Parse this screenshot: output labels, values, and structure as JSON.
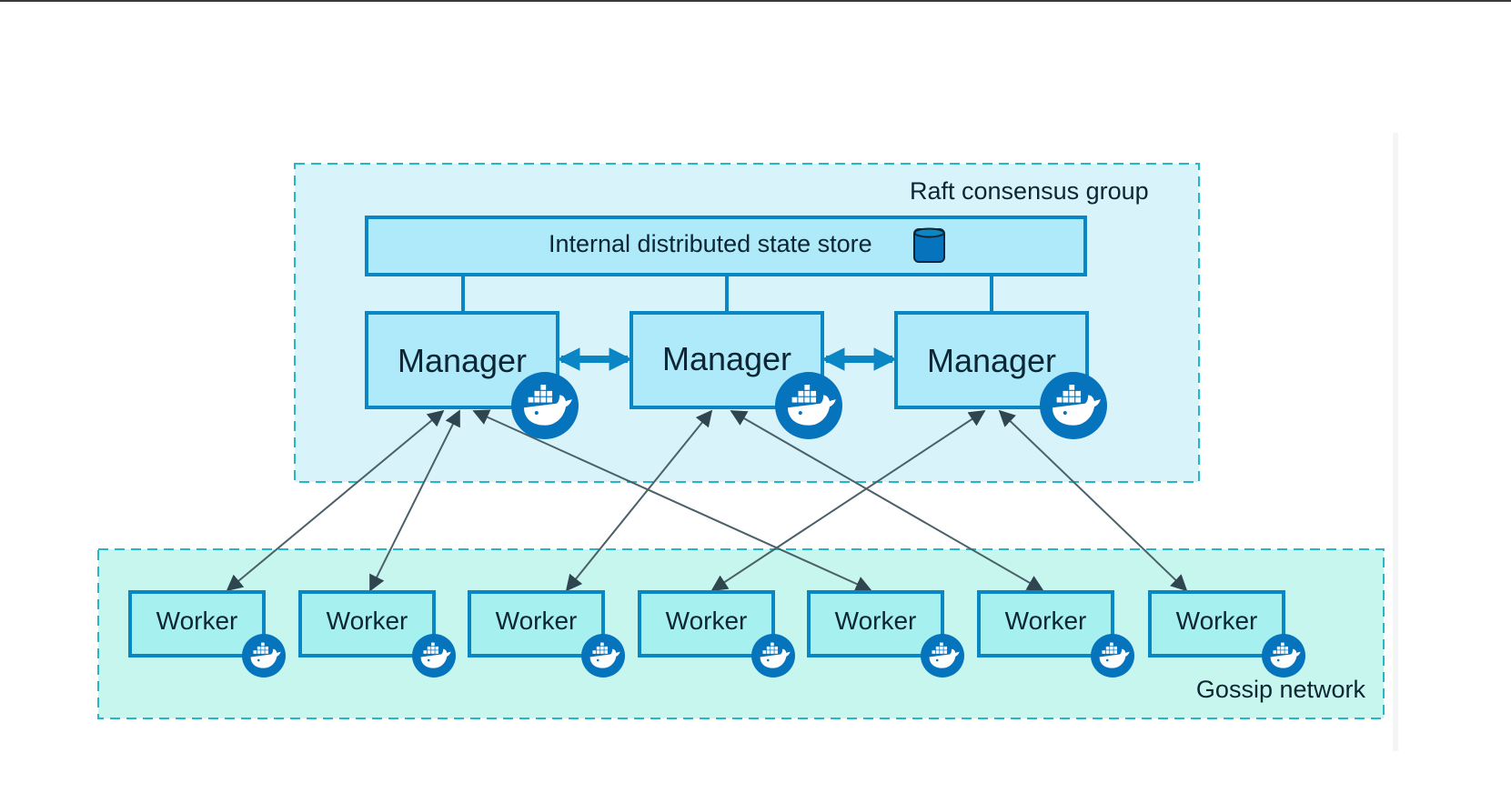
{
  "diagram": {
    "raft_group_label": "Raft consensus group",
    "gossip_network_label": "Gossip network",
    "state_store_label": "Internal distributed state store",
    "managers": [
      {
        "label": "Manager"
      },
      {
        "label": "Manager"
      },
      {
        "label": "Manager"
      }
    ],
    "workers": [
      {
        "label": "Worker"
      },
      {
        "label": "Worker"
      },
      {
        "label": "Worker"
      },
      {
        "label": "Worker"
      },
      {
        "label": "Worker"
      },
      {
        "label": "Worker"
      },
      {
        "label": "Worker"
      }
    ],
    "colors": {
      "raft_fill": "#d9f3fb",
      "gossip_fill": "#c7f6ef",
      "box_fill": "#aeeaf9",
      "worker_fill": "#a6f1ef",
      "border": "#0a86c4",
      "dashed_border": "#22b8c8",
      "docker_badge": "#0574bd",
      "connector": "#4b6068"
    },
    "icons": [
      "database-icon",
      "docker-whale-icon"
    ]
  }
}
